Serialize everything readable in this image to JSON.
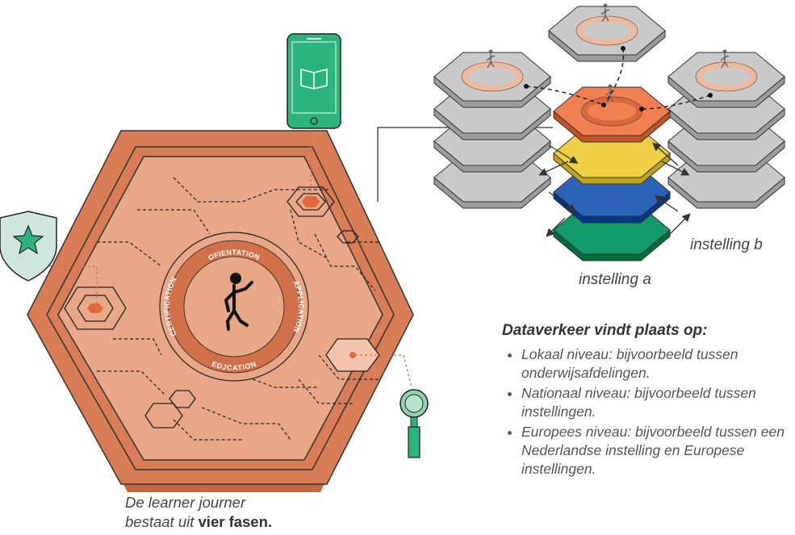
{
  "labels": {
    "instelling_b": "instelling b",
    "instelling_a": "instelling a"
  },
  "phases": {
    "orientation": "OFIENTATION",
    "application": "APPLICATION",
    "education": "EDJCATION",
    "certification": "CERTIFICATION"
  },
  "dataverkeer": {
    "title": "Dataverkeer vindt plaats op:",
    "items": [
      "Lokaal niveau: bijvoorbeeld tussen onderwijsafdelingen.",
      "Nationaal niveau: bijvoorbeeld tussen instellingen.",
      "Europees niveau: bijvoorbeeld tussen een Nederlandse instelling en Europese instellingen."
    ]
  },
  "caption": {
    "line1": "De learner journer",
    "line2_prefix": "bestaat uit ",
    "line2_bold": "vier fasen."
  },
  "colors": {
    "hex_outer": "#d97d56",
    "hex_inner": "#e8a786",
    "ring": "#d0714a",
    "green": "#2bb57c",
    "layer_orange": "#f07f52",
    "layer_yellow": "#eecf45",
    "layer_blue": "#2c63b8",
    "layer_green": "#139a6a",
    "grey_tile": "#c9c9c9"
  },
  "icons": [
    "tablet-book-icon",
    "shield-star-icon",
    "magnifier-icon",
    "walking-person-icon"
  ]
}
